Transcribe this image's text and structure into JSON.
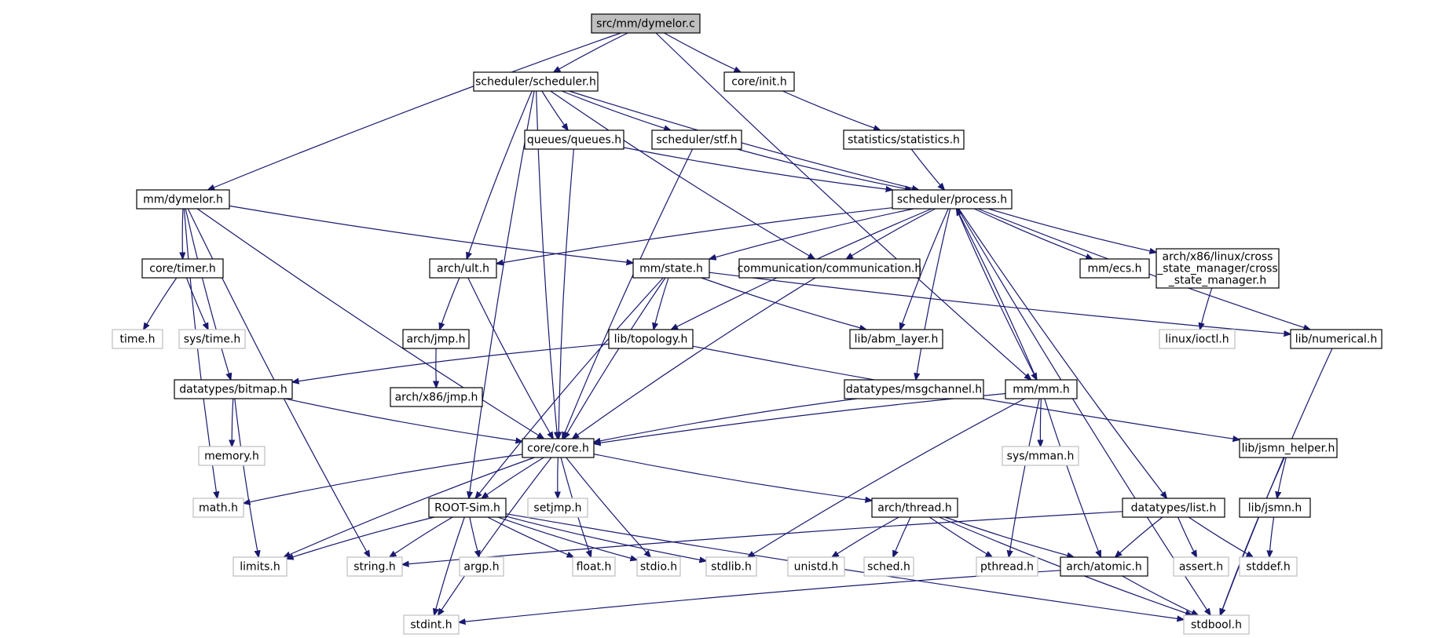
{
  "diagram": {
    "colors": {
      "edge": "#191970",
      "root_fill": "#bfbfbf",
      "project_border": "#000000",
      "system_border": "#bfbfbf",
      "background": "#ffffff"
    },
    "nodes": [
      {
        "id": "root",
        "kind": "root",
        "lines": [
          "src/mm/dymelor.c"
        ]
      },
      {
        "id": "scheduler_h",
        "kind": "project",
        "lines": [
          "scheduler/scheduler.h"
        ]
      },
      {
        "id": "init_h",
        "kind": "project",
        "lines": [
          "core/init.h"
        ]
      },
      {
        "id": "queues_h",
        "kind": "project",
        "lines": [
          "queues/queues.h"
        ]
      },
      {
        "id": "stf_h",
        "kind": "project",
        "lines": [
          "scheduler/stf.h"
        ]
      },
      {
        "id": "statistics_h",
        "kind": "project",
        "lines": [
          "statistics/statistics.h"
        ]
      },
      {
        "id": "mm_dymelor_h",
        "kind": "project",
        "lines": [
          "mm/dymelor.h"
        ]
      },
      {
        "id": "process_h",
        "kind": "project",
        "lines": [
          "scheduler/process.h"
        ]
      },
      {
        "id": "timer_h",
        "kind": "project",
        "lines": [
          "core/timer.h"
        ]
      },
      {
        "id": "ult_h",
        "kind": "project",
        "lines": [
          "arch/ult.h"
        ]
      },
      {
        "id": "state_h",
        "kind": "project",
        "lines": [
          "mm/state.h"
        ]
      },
      {
        "id": "comm_h",
        "kind": "project",
        "lines": [
          "communication/communication.h"
        ]
      },
      {
        "id": "ecs_h",
        "kind": "project",
        "lines": [
          "mm/ecs.h"
        ]
      },
      {
        "id": "cross_h",
        "kind": "project",
        "lines": [
          "arch/x86/linux/cross",
          "_state_manager/cross",
          "_state_manager.h"
        ]
      },
      {
        "id": "time_h",
        "kind": "system",
        "lines": [
          "time.h"
        ]
      },
      {
        "id": "systime_h",
        "kind": "system",
        "lines": [
          "sys/time.h"
        ]
      },
      {
        "id": "jmp_h",
        "kind": "project",
        "lines": [
          "arch/jmp.h"
        ]
      },
      {
        "id": "topology_h",
        "kind": "project",
        "lines": [
          "lib/topology.h"
        ]
      },
      {
        "id": "abm_h",
        "kind": "project",
        "lines": [
          "lib/abm_layer.h"
        ]
      },
      {
        "id": "ioctl_h",
        "kind": "system",
        "lines": [
          "linux/ioctl.h"
        ]
      },
      {
        "id": "numerical_h",
        "kind": "project",
        "lines": [
          "lib/numerical.h"
        ]
      },
      {
        "id": "bitmap_h",
        "kind": "project",
        "lines": [
          "datatypes/bitmap.h"
        ]
      },
      {
        "id": "x86jmp_h",
        "kind": "project",
        "lines": [
          "arch/x86/jmp.h"
        ]
      },
      {
        "id": "msgchannel_h",
        "kind": "project",
        "lines": [
          "datatypes/msgchannel.h"
        ]
      },
      {
        "id": "mm_h",
        "kind": "project",
        "lines": [
          "mm/mm.h"
        ]
      },
      {
        "id": "memory_h",
        "kind": "system",
        "lines": [
          "memory.h"
        ]
      },
      {
        "id": "core_h",
        "kind": "project",
        "lines": [
          "core/core.h"
        ]
      },
      {
        "id": "sysmman_h",
        "kind": "system",
        "lines": [
          "sys/mman.h"
        ]
      },
      {
        "id": "jsmnhelper_h",
        "kind": "project",
        "lines": [
          "lib/jsmn_helper.h"
        ]
      },
      {
        "id": "math_h",
        "kind": "system",
        "lines": [
          "math.h"
        ]
      },
      {
        "id": "rootsim_h",
        "kind": "project",
        "lines": [
          "ROOT-Sim.h"
        ]
      },
      {
        "id": "setjmp_h",
        "kind": "system",
        "lines": [
          "setjmp.h"
        ]
      },
      {
        "id": "thread_h",
        "kind": "project",
        "lines": [
          "arch/thread.h"
        ]
      },
      {
        "id": "list_h",
        "kind": "project",
        "lines": [
          "datatypes/list.h"
        ]
      },
      {
        "id": "jsmn_h",
        "kind": "project",
        "lines": [
          "lib/jsmn.h"
        ]
      },
      {
        "id": "limits_h",
        "kind": "system",
        "lines": [
          "limits.h"
        ]
      },
      {
        "id": "string_h",
        "kind": "system",
        "lines": [
          "string.h"
        ]
      },
      {
        "id": "argp_h",
        "kind": "system",
        "lines": [
          "argp.h"
        ]
      },
      {
        "id": "float_h",
        "kind": "system",
        "lines": [
          "float.h"
        ]
      },
      {
        "id": "stdio_h",
        "kind": "system",
        "lines": [
          "stdio.h"
        ]
      },
      {
        "id": "stdlib_h",
        "kind": "system",
        "lines": [
          "stdlib.h"
        ]
      },
      {
        "id": "unistd_h",
        "kind": "system",
        "lines": [
          "unistd.h"
        ]
      },
      {
        "id": "sched_h",
        "kind": "system",
        "lines": [
          "sched.h"
        ]
      },
      {
        "id": "pthread_h",
        "kind": "system",
        "lines": [
          "pthread.h"
        ]
      },
      {
        "id": "atomic_h",
        "kind": "project",
        "lines": [
          "arch/atomic.h"
        ]
      },
      {
        "id": "assert_h",
        "kind": "system",
        "lines": [
          "assert.h"
        ]
      },
      {
        "id": "stddef_h",
        "kind": "system",
        "lines": [
          "stddef.h"
        ]
      },
      {
        "id": "stdint_h",
        "kind": "system",
        "lines": [
          "stdint.h"
        ]
      },
      {
        "id": "stdbool_h",
        "kind": "system",
        "lines": [
          "stdbool.h"
        ]
      }
    ],
    "edges": [
      [
        "root",
        "scheduler_h"
      ],
      [
        "root",
        "init_h"
      ],
      [
        "root",
        "mm_dymelor_h"
      ],
      [
        "root",
        "mm_h"
      ],
      [
        "scheduler_h",
        "queues_h"
      ],
      [
        "scheduler_h",
        "stf_h"
      ],
      [
        "scheduler_h",
        "process_h"
      ],
      [
        "scheduler_h",
        "ult_h"
      ],
      [
        "scheduler_h",
        "comm_h"
      ],
      [
        "scheduler_h",
        "core_h"
      ],
      [
        "scheduler_h",
        "rootsim_h"
      ],
      [
        "init_h",
        "statistics_h"
      ],
      [
        "statistics_h",
        "process_h"
      ],
      [
        "queues_h",
        "process_h"
      ],
      [
        "queues_h",
        "core_h"
      ],
      [
        "stf_h",
        "process_h"
      ],
      [
        "stf_h",
        "core_h"
      ],
      [
        "mm_dymelor_h",
        "timer_h"
      ],
      [
        "mm_dymelor_h",
        "state_h"
      ],
      [
        "mm_dymelor_h",
        "bitmap_h"
      ],
      [
        "mm_dymelor_h",
        "core_h"
      ],
      [
        "mm_dymelor_h",
        "math_h"
      ],
      [
        "mm_dymelor_h",
        "string_h"
      ],
      [
        "process_h",
        "ult_h"
      ],
      [
        "process_h",
        "state_h"
      ],
      [
        "process_h",
        "comm_h"
      ],
      [
        "process_h",
        "ecs_h"
      ],
      [
        "process_h",
        "cross_h"
      ],
      [
        "process_h",
        "topology_h"
      ],
      [
        "process_h",
        "abm_h"
      ],
      [
        "process_h",
        "msgchannel_h"
      ],
      [
        "process_h",
        "mm_h"
      ],
      [
        "process_h",
        "list_h"
      ],
      [
        "process_h",
        "numerical_h"
      ],
      [
        "process_h",
        "stdbool_h"
      ],
      [
        "timer_h",
        "time_h"
      ],
      [
        "timer_h",
        "systime_h"
      ],
      [
        "ult_h",
        "jmp_h"
      ],
      [
        "ult_h",
        "core_h"
      ],
      [
        "jmp_h",
        "x86jmp_h"
      ],
      [
        "state_h",
        "topology_h"
      ],
      [
        "state_h",
        "abm_h"
      ],
      [
        "state_h",
        "numerical_h"
      ],
      [
        "state_h",
        "core_h"
      ],
      [
        "state_h",
        "rootsim_h"
      ],
      [
        "comm_h",
        "core_h"
      ],
      [
        "cross_h",
        "ioctl_h"
      ],
      [
        "topology_h",
        "bitmap_h"
      ],
      [
        "topology_h",
        "jsmnhelper_h"
      ],
      [
        "numerical_h",
        "stdbool_h"
      ],
      [
        "bitmap_h",
        "memory_h"
      ],
      [
        "bitmap_h",
        "core_h"
      ],
      [
        "bitmap_h",
        "limits_h"
      ],
      [
        "msgchannel_h",
        "core_h"
      ],
      [
        "mm_h",
        "process_h"
      ],
      [
        "mm_h",
        "core_h"
      ],
      [
        "mm_h",
        "sysmman_h"
      ],
      [
        "mm_h",
        "stdlib_h"
      ],
      [
        "mm_h",
        "pthread_h"
      ],
      [
        "mm_h",
        "atomic_h"
      ],
      [
        "core_h",
        "math_h"
      ],
      [
        "core_h",
        "limits_h"
      ],
      [
        "core_h",
        "rootsim_h"
      ],
      [
        "core_h",
        "setjmp_h"
      ],
      [
        "core_h",
        "float_h"
      ],
      [
        "core_h",
        "stdio_h"
      ],
      [
        "core_h",
        "stdint_h"
      ],
      [
        "core_h",
        "thread_h"
      ],
      [
        "jsmnhelper_h",
        "jsmn_h"
      ],
      [
        "jsmnhelper_h",
        "stdbool_h"
      ],
      [
        "jsmn_h",
        "stddef_h"
      ],
      [
        "rootsim_h",
        "limits_h"
      ],
      [
        "rootsim_h",
        "string_h"
      ],
      [
        "rootsim_h",
        "argp_h"
      ],
      [
        "rootsim_h",
        "float_h"
      ],
      [
        "rootsim_h",
        "stdio_h"
      ],
      [
        "rootsim_h",
        "stdlib_h"
      ],
      [
        "rootsim_h",
        "stdint_h"
      ],
      [
        "rootsim_h",
        "stdbool_h"
      ],
      [
        "thread_h",
        "unistd_h"
      ],
      [
        "thread_h",
        "sched_h"
      ],
      [
        "thread_h",
        "pthread_h"
      ],
      [
        "thread_h",
        "atomic_h"
      ],
      [
        "thread_h",
        "stdbool_h"
      ],
      [
        "list_h",
        "string_h"
      ],
      [
        "list_h",
        "atomic_h"
      ],
      [
        "list_h",
        "assert_h"
      ],
      [
        "list_h",
        "stddef_h"
      ],
      [
        "atomic_h",
        "stdint_h"
      ],
      [
        "atomic_h",
        "stdbool_h"
      ]
    ]
  }
}
